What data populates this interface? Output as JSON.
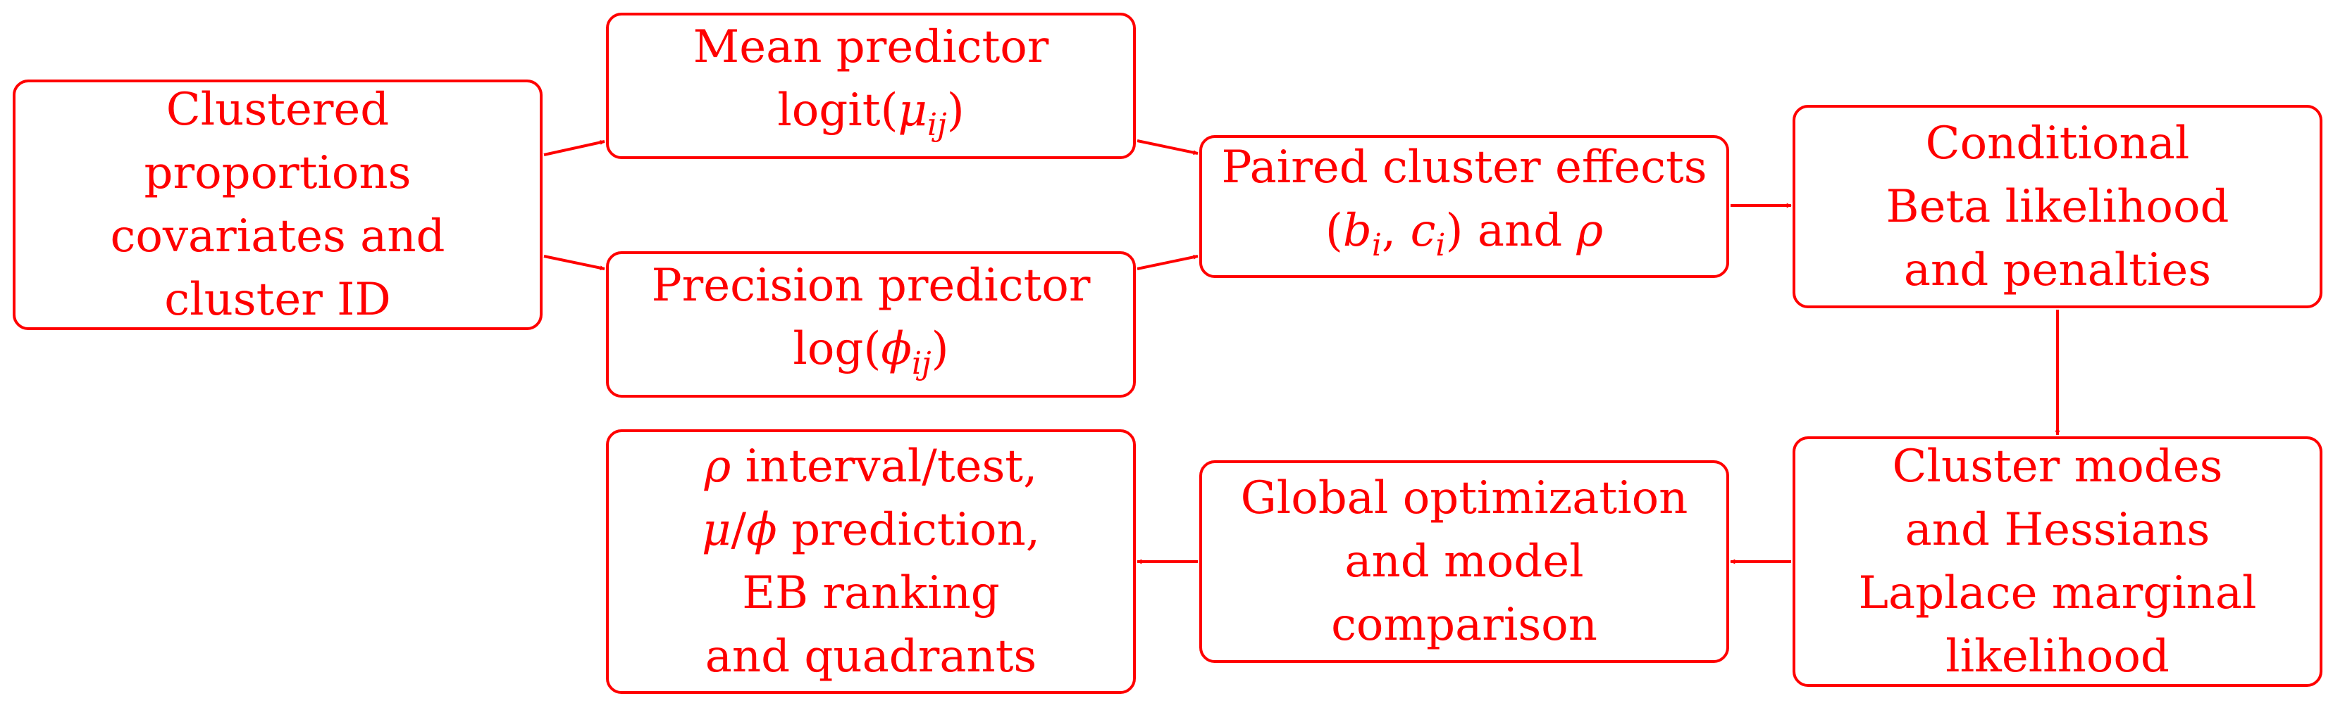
{
  "diagram": {
    "stroke_color": "#ff0000",
    "text_color": "#ff0000",
    "background": "#ffffff",
    "nodes": {
      "input": {
        "lines": [
          "Clustered",
          "proportions",
          "covariates and",
          "cluster ID"
        ]
      },
      "mean_predictor": {
        "line1": "Mean predictor",
        "func": "logit",
        "symbol": "μ",
        "subscript": "ij"
      },
      "precision_predictor": {
        "line1": "Precision predictor",
        "func": "log",
        "symbol": "ϕ",
        "subscript": "ij"
      },
      "paired_effects": {
        "line1": "Paired cluster effects",
        "b": "b",
        "b_sub": "i",
        "c": "c",
        "c_sub": "i",
        "and_text": "and",
        "rho": "ρ"
      },
      "conditional_likelihood": {
        "lines": [
          "Conditional",
          "Beta likelihood",
          "and penalties"
        ]
      },
      "cluster_modes": {
        "lines": [
          "Cluster modes",
          "and Hessians",
          "Laplace marginal",
          "likelihood"
        ]
      },
      "global_optimization": {
        "lines": [
          "Global optimization",
          "and model",
          "comparison"
        ]
      },
      "output": {
        "rho": "ρ",
        "line1_rest": " interval/test,",
        "mu": "μ",
        "slash": "/",
        "phi": "ϕ",
        "line2_rest": " prediction,",
        "line3": "EB ranking",
        "line4": "and quadrants"
      }
    }
  }
}
